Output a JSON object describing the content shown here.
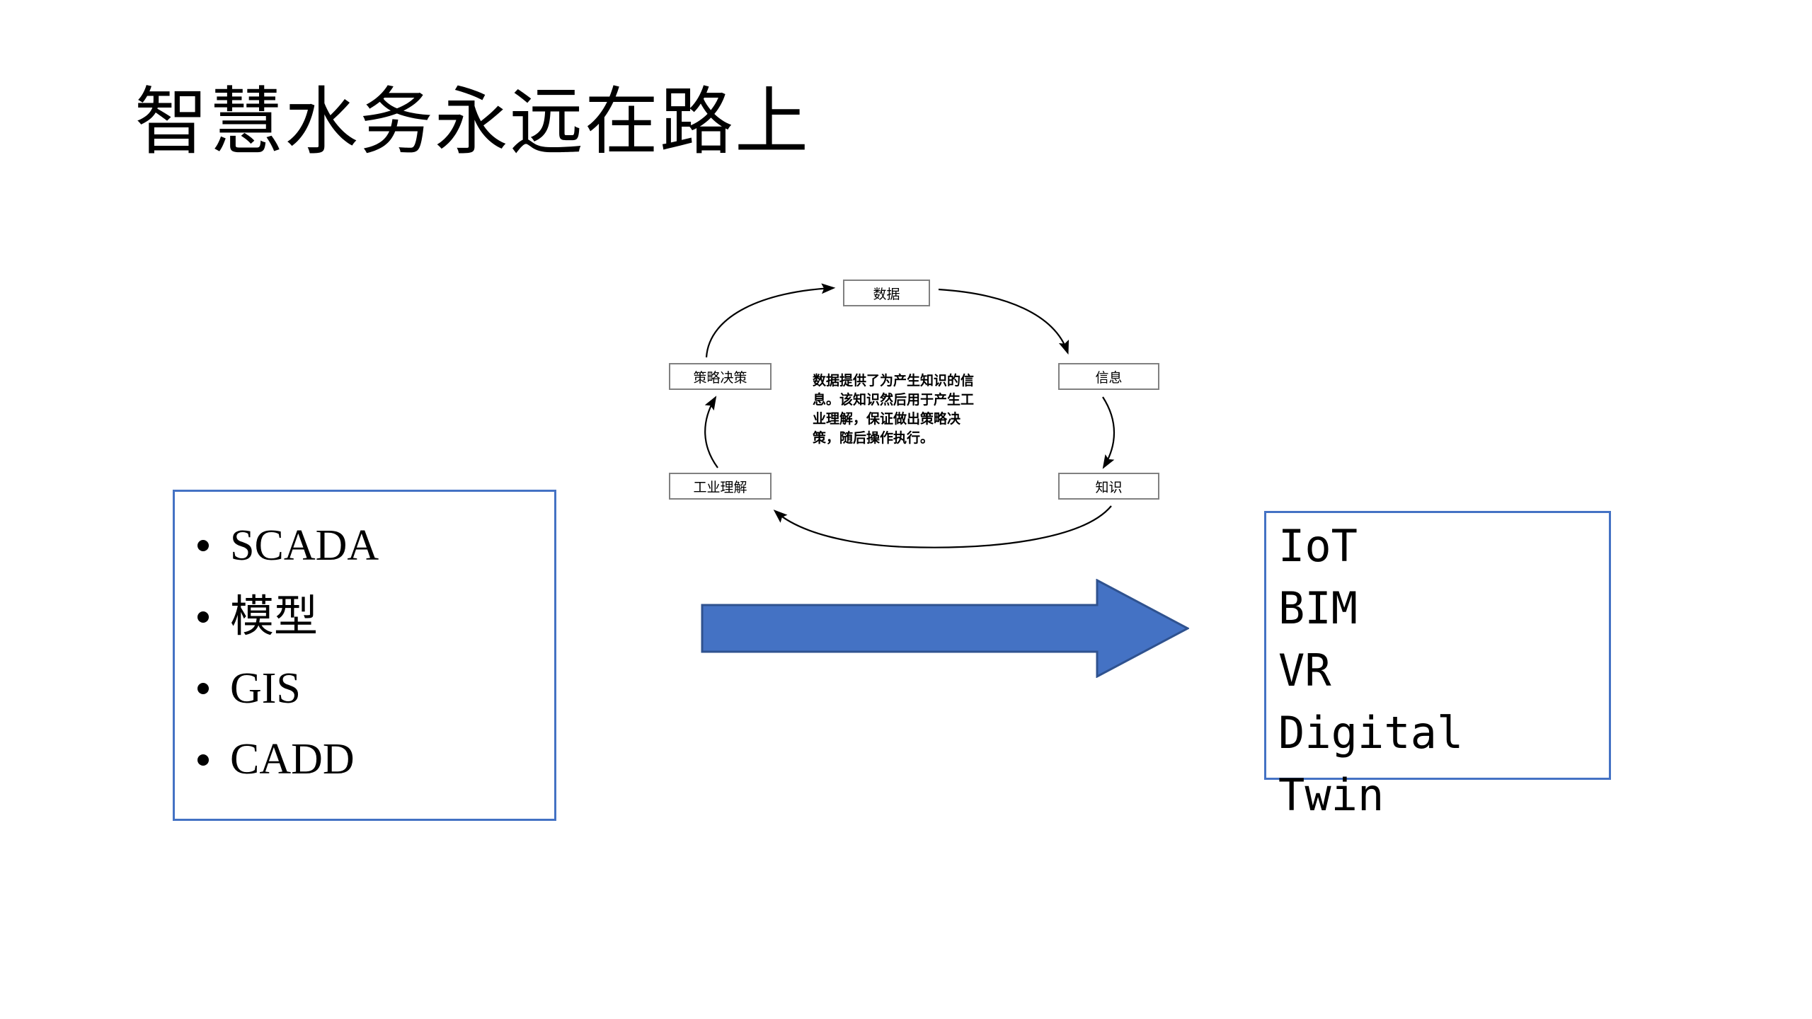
{
  "slide": {
    "title": "智慧水务永远在路上",
    "background_color": "#ffffff"
  },
  "left_panel": {
    "border_color": "#4472C4",
    "bullet_glyph": "•",
    "items": [
      {
        "label": "SCADA"
      },
      {
        "label": "模型"
      },
      {
        "label": "GIS"
      },
      {
        "label": "CADD"
      }
    ]
  },
  "transition_arrow": {
    "direction": "right",
    "fill_color": "#4472C4",
    "stroke_color": "#2F528F"
  },
  "right_panel": {
    "border_color": "#4472C4",
    "items": [
      {
        "label": "IoT"
      },
      {
        "label": "BIM"
      },
      {
        "label": "VR"
      },
      {
        "label": "Digital"
      },
      {
        "label": "Twin"
      }
    ]
  },
  "cycle_diagram": {
    "node_border_color": "#808080",
    "arrow_color": "#000000",
    "caption": "数据提供了为产生知识的信息。该知识然后用于产生工业理解，保证做出策略决策，随后操作执行。",
    "nodes": [
      {
        "id": "data",
        "label": "数据"
      },
      {
        "id": "info",
        "label": "信息"
      },
      {
        "id": "knowledge",
        "label": "知识"
      },
      {
        "id": "industry",
        "label": "工业理解"
      },
      {
        "id": "strategy",
        "label": "策略决策"
      }
    ],
    "flow": [
      {
        "from": "数据",
        "to": "信息"
      },
      {
        "from": "信息",
        "to": "知识"
      },
      {
        "from": "知识",
        "to": "工业理解"
      },
      {
        "from": "工业理解",
        "to": "策略决策"
      },
      {
        "from": "策略决策",
        "to": "数据"
      }
    ]
  }
}
